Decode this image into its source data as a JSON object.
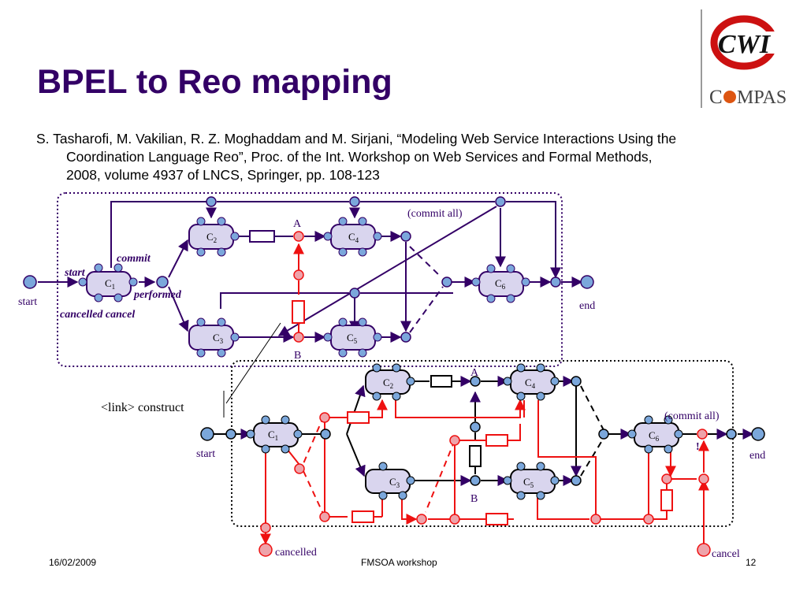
{
  "slide": {
    "title": "BPEL to Reo mapping",
    "citation_line1": "S. Tasharofi, M. Vakilian, R. Z. Moghaddam and M. Sirjani, “Modeling Web Service Interactions Using the",
    "citation_line2": "Coordination Language Reo”, Proc. of the Int. Workshop on Web Services and Formal Methods,",
    "citation_line3": "2008, volume 4937 of  LNCS, Springer, pp. 108-123"
  },
  "logo": {
    "cwi": "CWI",
    "compas_c": "C",
    "compas_rest": "MPAS"
  },
  "colors": {
    "title": "#330066",
    "connector": "#330066",
    "red": "#ee1111",
    "node": "#7ba7db",
    "comp": "#d9d5ee"
  },
  "top_diagram": {
    "label_A": "A",
    "label_B": "B",
    "commit_all": "(commit all)",
    "commit": "commit",
    "start_italic": "start",
    "performed": "performed",
    "cancelled_cancel": "cancelled  cancel",
    "start": "start",
    "end": "end",
    "c": "C",
    "s1": "1",
    "s2": "2",
    "s3": "3",
    "s4": "4",
    "s5": "5",
    "s6": "6"
  },
  "callout": {
    "text": "<link> construct"
  },
  "bottom_diagram": {
    "label_A": "A",
    "label_B": "B",
    "commit_all": "(commit all)",
    "bang": "!",
    "start": "start",
    "end": "end",
    "cancelled": "cancelled",
    "cancel": "cancel",
    "c": "C",
    "s1": "1",
    "s2": "2",
    "s3": "3",
    "s4": "4",
    "s5": "5",
    "s6": "6"
  },
  "footer": {
    "date": "16/02/2009",
    "center": "FMSOA workshop",
    "page": "12"
  }
}
